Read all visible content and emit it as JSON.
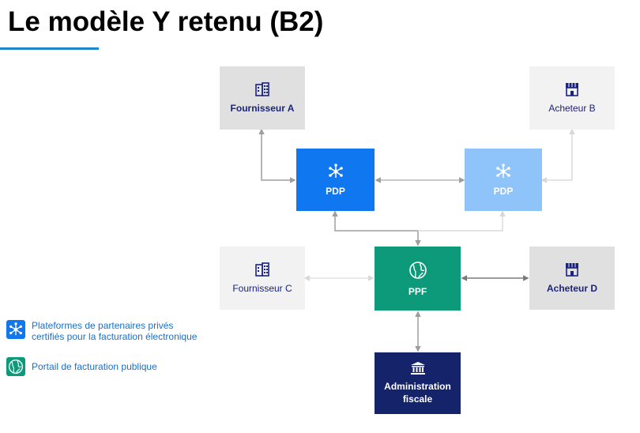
{
  "title": "Le modèle Y retenu (B2)",
  "nodes": {
    "fournisseur_a": "Fournisseur A",
    "acheteur_b": "Acheteur B",
    "pdp_left": "PDP",
    "pdp_right": "PDP",
    "fournisseur_c": "Fournisseur C",
    "ppf": "PPF",
    "acheteur_d": "Acheteur D",
    "administration": "Administration fiscale"
  },
  "legend": {
    "pdp_line1": "Plateformes de partenaires privés",
    "pdp_line2": "certifiés pour la facturation électronique",
    "ppf": "Portail de facturation publique"
  },
  "colors": {
    "pdp": "#0f78f0",
    "pdp_light": "#8ec4fa",
    "ppf": "#0d9a7a",
    "admin": "#15236b",
    "grey_box": "#e0e0e0",
    "light_box": "#f2f2f2",
    "navy_text": "#1a237e"
  },
  "icons": {
    "pdp": "network-hub-icon",
    "ppf": "globe-icon",
    "fournisseur": "building-icon",
    "acheteur": "storefront-icon",
    "administration": "bank-icon"
  }
}
